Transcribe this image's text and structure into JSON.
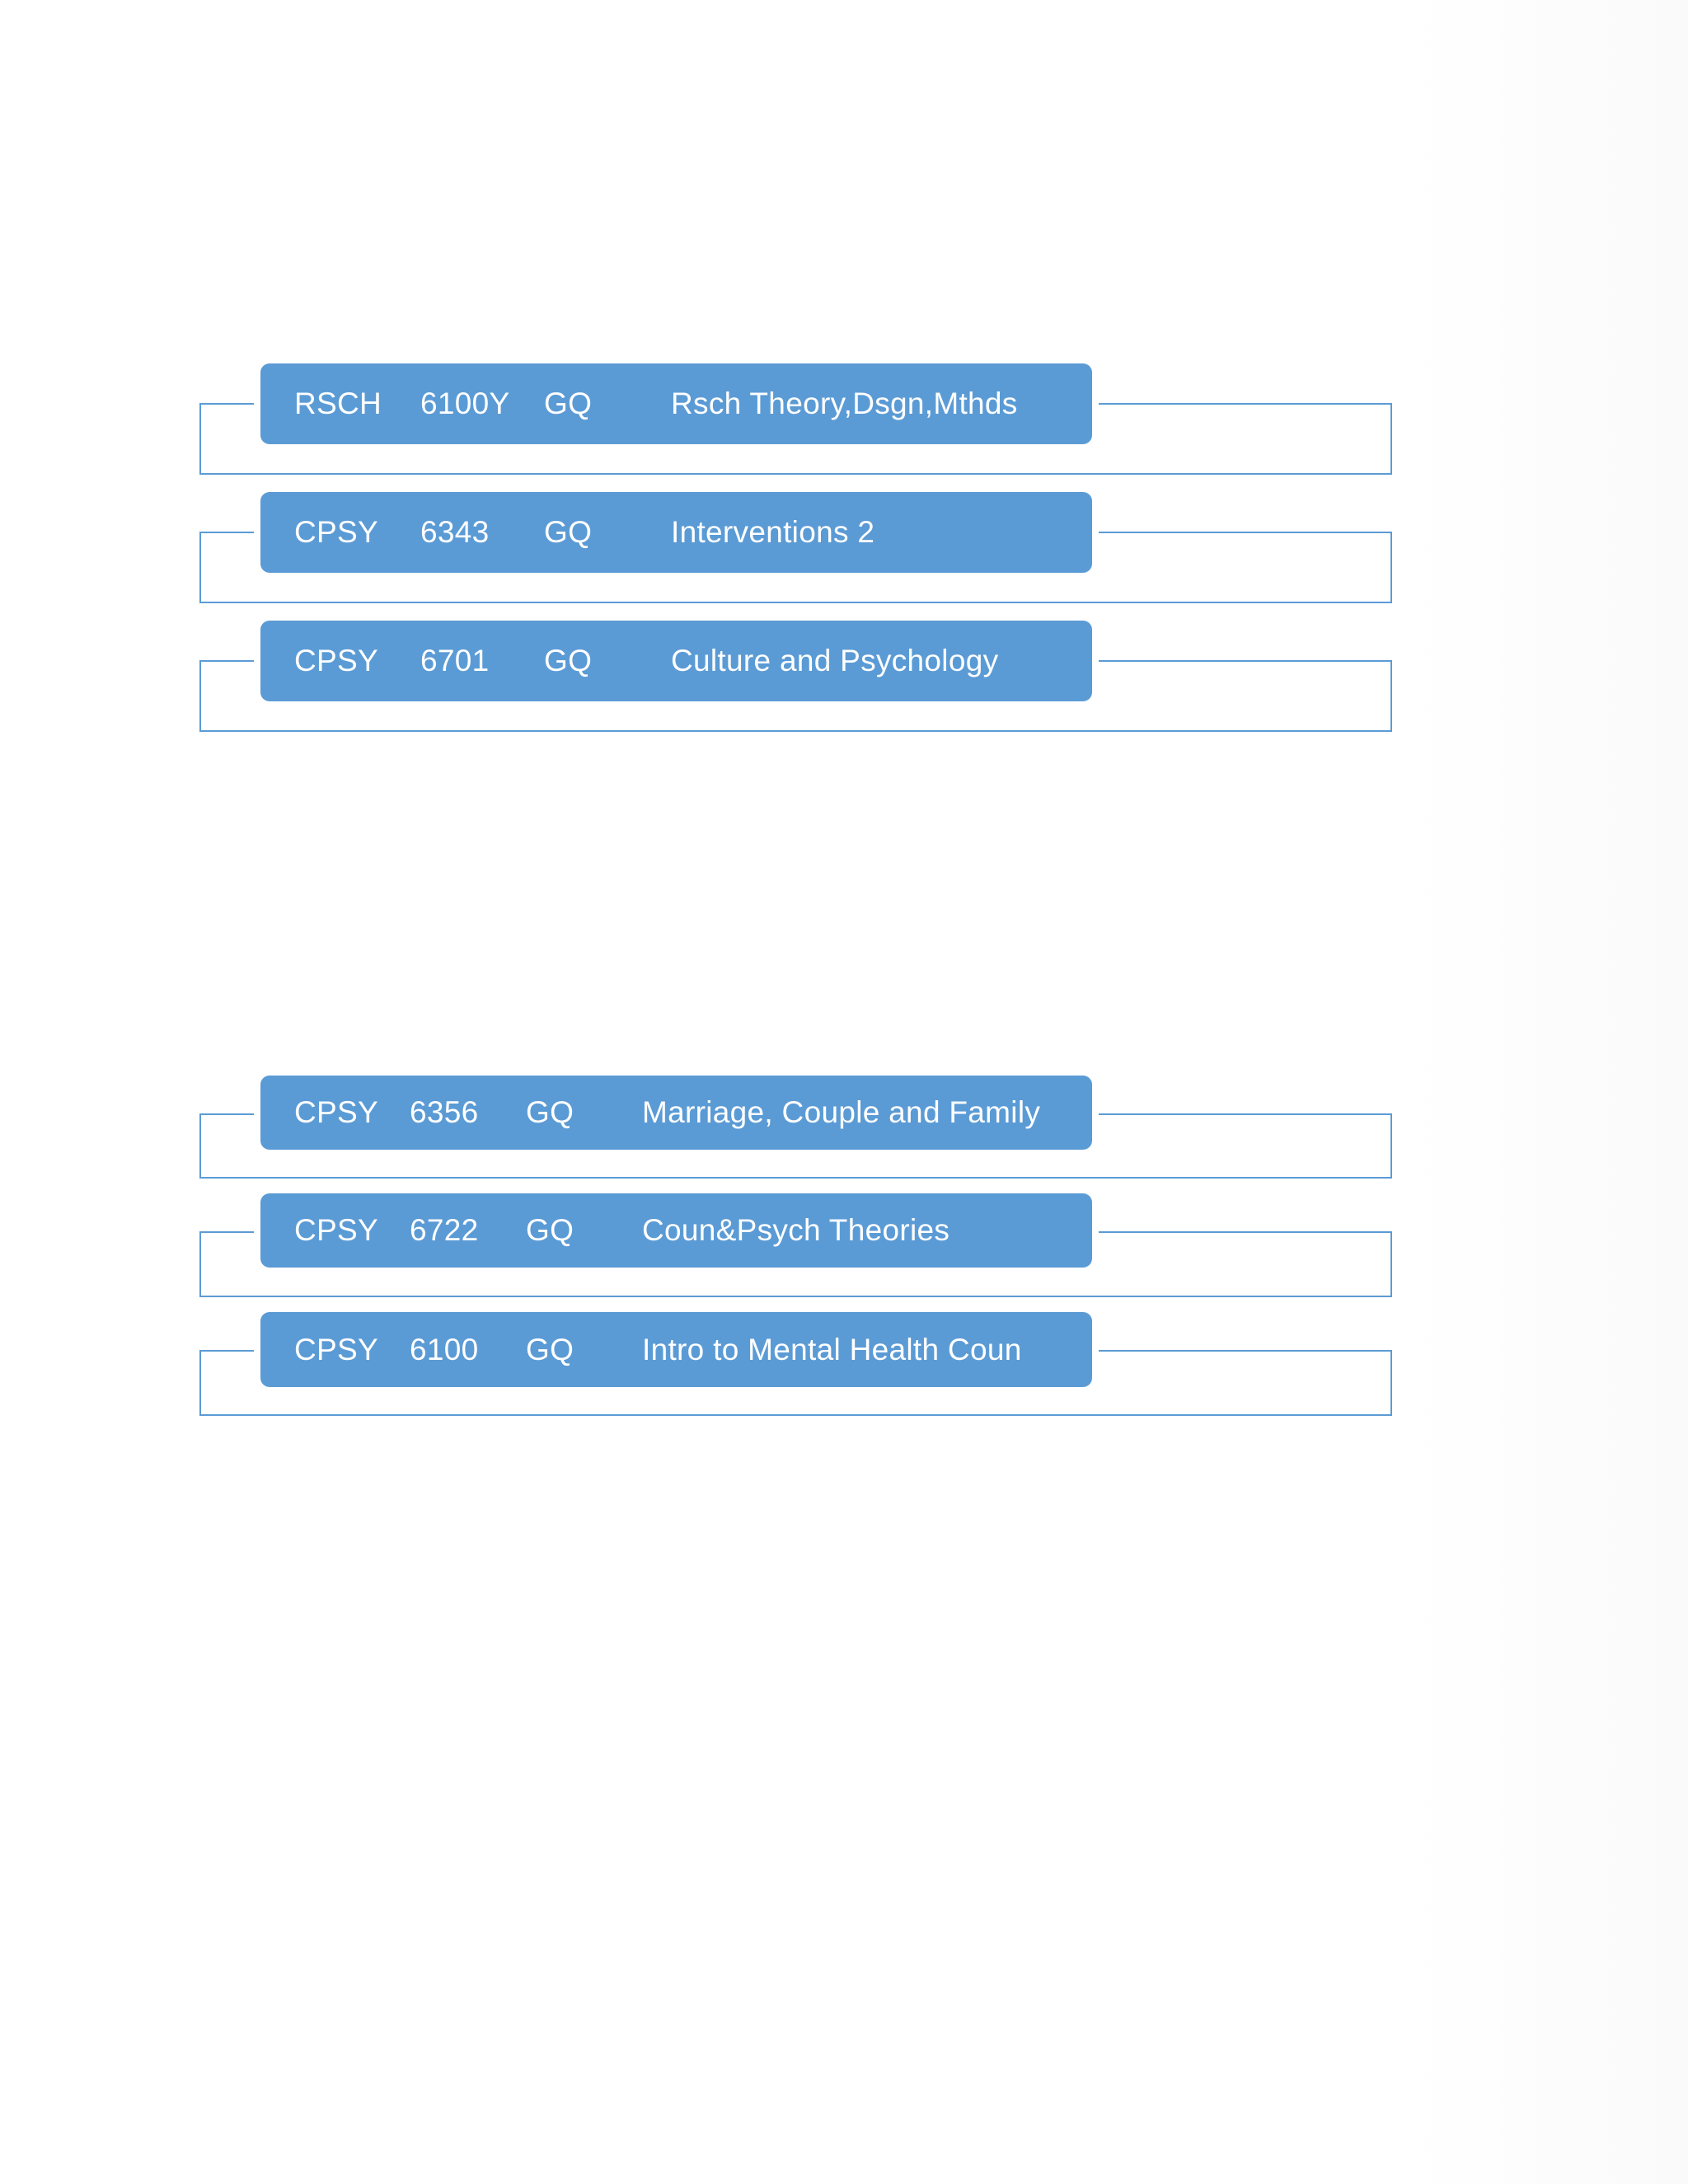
{
  "groups": [
    {
      "rows": [
        {
          "subject": "RSCH",
          "number": "6100Y",
          "section": "GQ",
          "title": "Rsch Theory,Dsgn,Mthds"
        },
        {
          "subject": "CPSY",
          "number": "6343",
          "section": "GQ",
          "title": "Interventions 2"
        },
        {
          "subject": "CPSY",
          "number": "6701",
          "section": "GQ",
          "title": "Culture and Psychology"
        }
      ]
    },
    {
      "rows": [
        {
          "subject": "CPSY",
          "number": "6356",
          "section": "GQ",
          "title": "Marriage, Couple and Family"
        },
        {
          "subject": "CPSY",
          "number": "6722",
          "section": "GQ",
          "title": "Coun&Psych Theories"
        },
        {
          "subject": "CPSY",
          "number": "6100",
          "section": "GQ",
          "title": "Intro to Mental Health Coun"
        }
      ]
    }
  ],
  "colors": {
    "box_fill": "#5b9bd5",
    "bracket_stroke": "#5b9bd5",
    "text": "#ffffff"
  }
}
